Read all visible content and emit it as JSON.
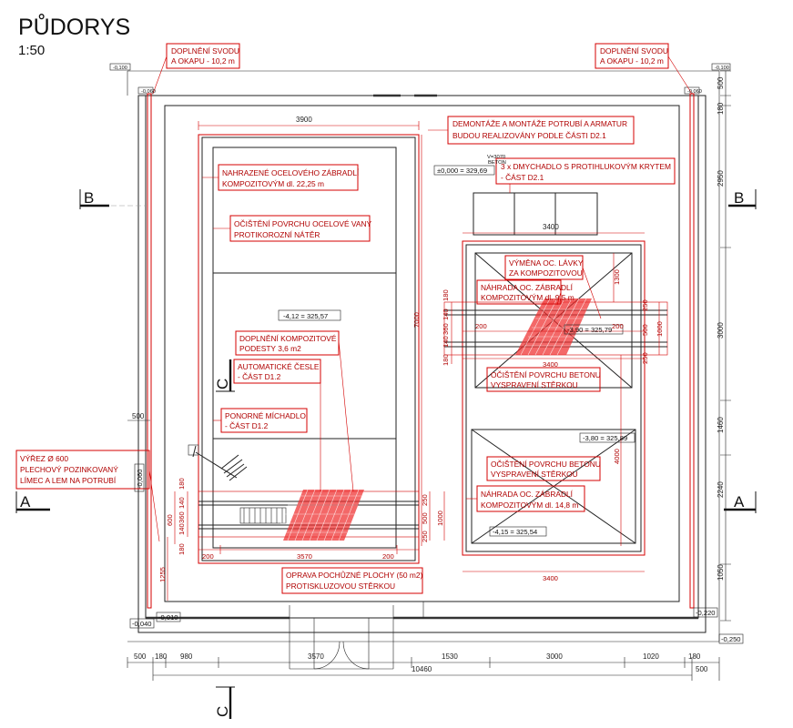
{
  "title": "PŮDORYS",
  "scale": "1:50",
  "annotations": {
    "svod_left": [
      "DOPLNĚNÍ SVODU",
      "A OKAPU - 10,2 m"
    ],
    "svod_right": [
      "DOPLNĚNÍ SVODU",
      "A OKAPU - 10,2 m"
    ],
    "demontaze": [
      "DEMONTÁŽE A MONTÁŽE POTRUBÍ A ARMATUR",
      "BUDOU REALIZOVÁNY PODLE ČÁSTI D2.1"
    ],
    "dmychadlo": [
      "3 x DMYCHADLO S PROTIHLUKOVÝM KRYTEM",
      "- ČÁST D2.1"
    ],
    "zabradli_left": [
      "NAHRAZENÉ OCELOVÉHO ZÁBRADLÍ",
      "KOMPOZITOVÝM dl. 22,25 m"
    ],
    "vana": [
      "OČIŠTĚNÍ POVRCHU OCELOVÉ VANY",
      "PROTIKOROZNÍ NÁTĚR"
    ],
    "podesta": [
      "DOPLNĚNÍ KOMPOZITOVÉ",
      "PODESTY 3,6 m2"
    ],
    "cesle": [
      "AUTOMATICKÉ ČESLE",
      "- ČÁST D1.2"
    ],
    "michadlo": [
      "PONORNÉ MÍCHADLO",
      "- ČÁST D1.2"
    ],
    "vyrez": [
      "VÝŘEZ Ø 600",
      "PLECHOVÝ POZINKOVANÝ",
      "LÍMEC A LEM NA POTRUBÍ"
    ],
    "pochozi": [
      "OPRAVA POCHŮZNÉ PLOCHY (50 m2)",
      "PROTISKLUZOVOU STĚRKOU"
    ],
    "lavka": [
      "VÝMĚNA OC. LÁVKY",
      "ZA KOMPOZITOVOU"
    ],
    "zabradli_9_5": [
      "NÁHRADA OC. ZÁBRADLÍ",
      "KOMPOZITOVÝM dl. 9,5 m"
    ],
    "beton_1": [
      "OČIŠTĚNÍ POVRCHU BETONU",
      "VYSPRAVENÍ STĚRKOU"
    ],
    "beton_2": [
      "OČIŠTĚNÍ POVRCHU BETONU",
      "VYSPRAVENÍ STĚRKOU"
    ],
    "zabradli_14_8": [
      "NÁHRADA OC. ZÁBRADLÍ",
      "KOMPOZITOVÝM dl. 14,8 m"
    ]
  },
  "levels": {
    "beton_label": [
      "V=3070",
      "BETON"
    ],
    "zero": "±0,000 = 329,69",
    "tank_left": "-4,12 = 325,57",
    "tank_right_top": "-3,90 = 325,79",
    "tank_right_mid": "-3,80 = 325,89",
    "tank_right_bot": "-4,15 = 325,54",
    "corner_tl": "-0,100",
    "corner_tr": "-0,100",
    "small_tl": "-0,060",
    "small_tr": "-0,060",
    "left_pipe": "-0,060",
    "bottom_left_1": "-0,040",
    "bottom_left_2": "-0,010",
    "bottom_right_1": "-0,220",
    "bottom_right_2": "-0,250"
  },
  "sections": {
    "a_left": "A",
    "a_right": "A",
    "b_left": "B",
    "b_right": "B",
    "c_top": "C",
    "c_bottom": "C"
  },
  "dimensions": {
    "bottom_row1": [
      "500",
      "180",
      "980",
      "3570",
      "1530",
      "3000",
      "1020",
      "180"
    ],
    "bottom_total": "10460",
    "bottom_right_500": "500",
    "right_side": [
      "500",
      "180",
      "2950",
      "3000",
      "1460",
      "2240",
      "1050"
    ],
    "left_500": "500",
    "top_3900": "3900",
    "v_7000": "7000",
    "top_3400": "3400",
    "v_1300": "1300",
    "v_4000": "4000",
    "bottom_3400": "3400",
    "left_bridge_h": "3570",
    "left_bridge_200a": "200",
    "left_bridge_200b": "200",
    "left_bridge_stack": [
      "180",
      "140",
      "360",
      "140",
      "180"
    ],
    "left_bridge_right": [
      "250",
      "500",
      "250"
    ],
    "left_bridge_1000": "1000",
    "left_bridge_600": "600",
    "left_1255": "1255",
    "right_bridge_stack": [
      "180",
      "140",
      "360",
      "140",
      "180"
    ],
    "right_bridge_200a": "200",
    "right_bridge_200b": "200",
    "right_bridge_3400": "3400",
    "right_bridge_right": [
      "250",
      "500",
      "250"
    ],
    "right_bridge_1000": "1000"
  }
}
